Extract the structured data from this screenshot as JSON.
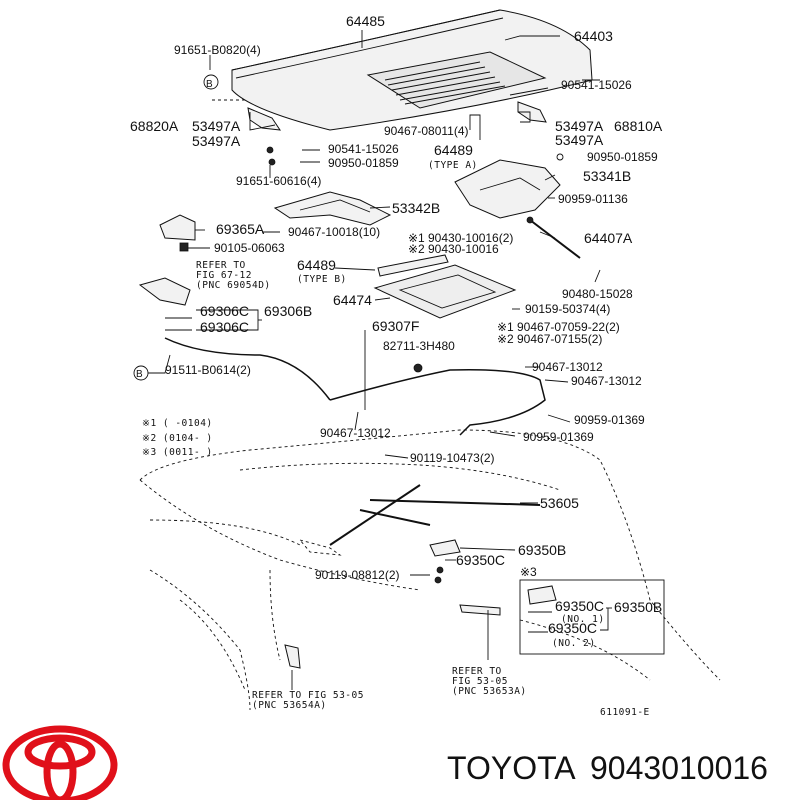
{
  "labels": {
    "p64485": "64485",
    "p64403": "64403",
    "p91651b": "91651-B0820(4)",
    "b1": "B",
    "p90541a": "90541-15026",
    "p68820A": "68820A",
    "p53497A_1": "53497A",
    "p53497A_2": "53497A",
    "p90467_08011": "90467-08011(4)",
    "p53497A_3": "53497A",
    "p68810A": "68810A",
    "p53497A_4": "53497A",
    "p90541b": "90541-15026",
    "p90950a": "90950-01859",
    "p64489a": "64489",
    "typeA": "(TYPE A)",
    "p90950b": "90950-01859",
    "p91651_60616": "91651-60616(4)",
    "p53341B": "53341B",
    "p53342B": "53342B",
    "p90959a": "90959-01136",
    "p69365A": "69365A",
    "p90467_10018": "90467-10018(10)",
    "m1a": "※1",
    "p90430a": "90430-10016(2)",
    "m2a": "※2",
    "p90430b": "90430-10016",
    "p64407A": "64407A",
    "p90105": "90105-06063",
    "refer1a": "REFER TO",
    "refer1b": "FIG 67-12",
    "refer1c": "(PNC 69054D)",
    "p64489b": "64489",
    "typeB": "(TYPE B)",
    "p90480": "90480-15028",
    "p64474": "64474",
    "p90159": "90159-50374(4)",
    "p69306C_1": "69306C",
    "p69306B": "69306B",
    "p69306C_2": "69306C",
    "p69307F": "69307F",
    "m1b": "※1",
    "p90467_07059": "90467-07059-22(2)",
    "m2b": "※2",
    "p90467_07155": "90467-07155(2)",
    "p82711": "82711-3H480",
    "b2": "B",
    "p91511": "91511-B0614(2)",
    "p90467_13012a": "90467-13012",
    "p90467_13012b": "90467-13012",
    "leg1": "※1  (        -0104)",
    "leg2": "※2  (0104-        )",
    "leg3": "※3  (0011-        )",
    "p90959_01369a": "90959-01369",
    "p90467_13012c": "90467-13012",
    "p90959_01369b": "90959-01369",
    "p90119_10473": "90119-10473(2)",
    "p53605": "53605",
    "p69350B_1": "69350B",
    "p69350C_1": "69350C",
    "p90119_08812": "90119-08812(2)",
    "m3": "※3",
    "p69350C_2": "69350C",
    "no1": "(NO. 1)",
    "p69350B_2": "69350B",
    "p69350C_3": "69350C",
    "no2": "(NO. 2)",
    "refer2a": "REFER TO",
    "refer2b": "FIG 53-05",
    "refer2c": "(PNC 53653A)",
    "refer3a": "REFER TO FIG  53-05",
    "refer3b": "(PNC 53654A)",
    "figcode": "611091-E"
  },
  "brand": {
    "name": "TOYOTA",
    "part_number": "9043010016",
    "logo_color": "#e0101a"
  }
}
